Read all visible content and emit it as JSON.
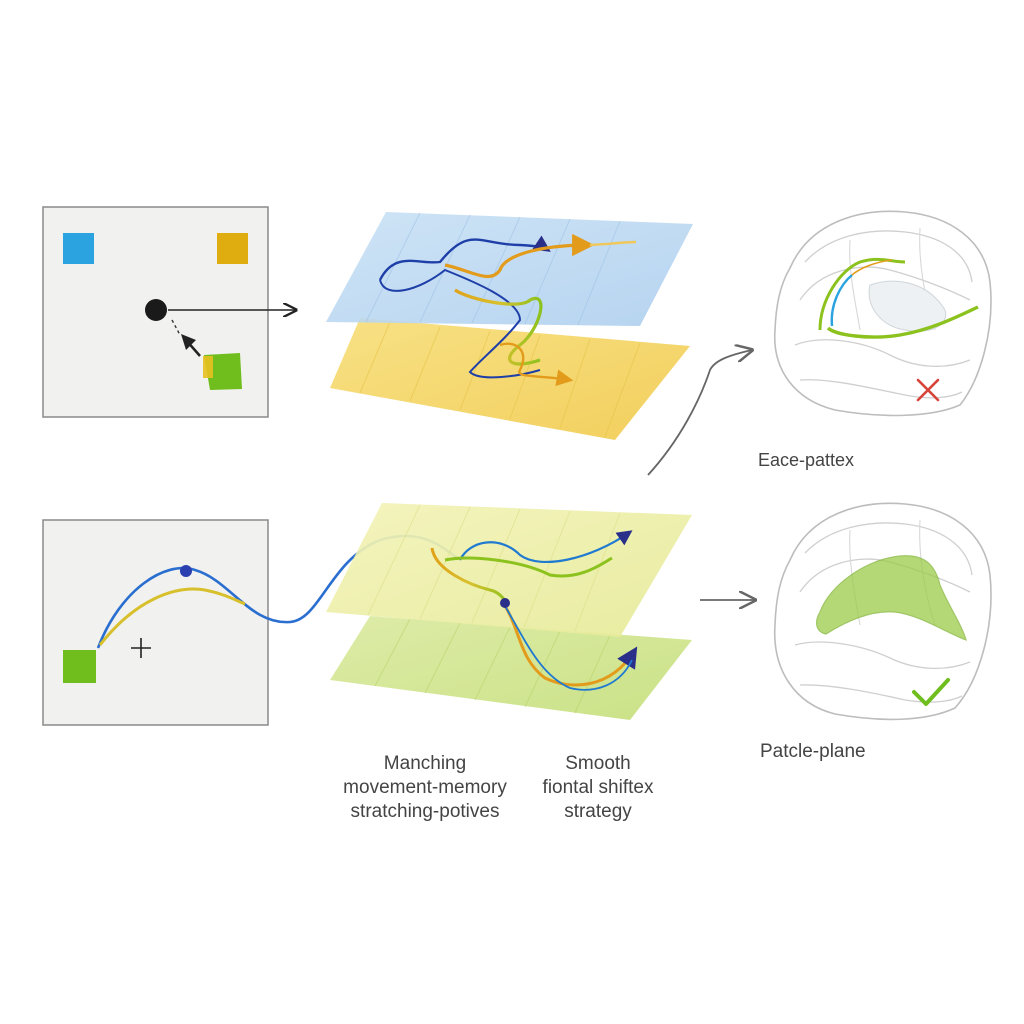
{
  "labels": {
    "top_right": "Eace-pattex",
    "bottom_right": "Patcle-plane",
    "bottom_left_caption": [
      "Manching",
      "movement-memory",
      "stratching-potives"
    ],
    "bottom_mid_caption": [
      "Smooth",
      "fiontal shiftex",
      "strategy"
    ]
  },
  "colors": {
    "blue_square": "#2aa3e0",
    "orange_square": "#e0ad10",
    "green_square": "#6fbe1e",
    "top_plane_blue": "#bcd9f2",
    "top_plane_yellow": "#f5d66a",
    "bottom_plane_yellow": "#eef0a8",
    "bottom_plane_green": "#cfe48c",
    "path_blue": "#1f3fa8",
    "path_orange": "#e39b1c",
    "path_green": "#8cc21e",
    "cross_red": "#d6443a",
    "check_green": "#6ebe1f"
  },
  "icons": {
    "fail": "cross-icon",
    "success": "check-icon"
  }
}
